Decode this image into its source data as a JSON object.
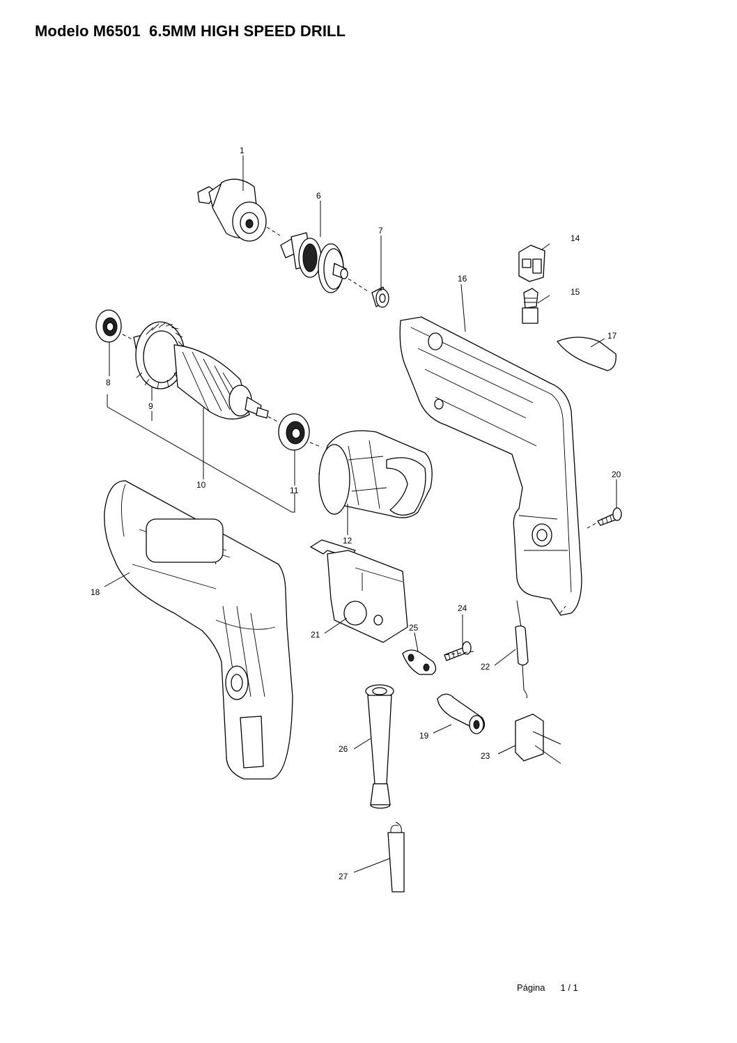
{
  "document": {
    "title_model": "Modelo M6501",
    "title_product": "6.5MM HIGH SPEED DRILL",
    "footer_label": "Página",
    "footer_page": "1 / 1"
  },
  "parts": {
    "p1": "1",
    "p6": "6",
    "p7": "7",
    "p8": "8",
    "p9": "9",
    "p10": "10",
    "p11": "11",
    "p12": "12",
    "p14": "14",
    "p15": "15",
    "p16": "16",
    "p17": "17",
    "p18": "18",
    "p19": "19",
    "p20": "20",
    "p21": "21",
    "p22": "22",
    "p23": "23",
    "p24": "24",
    "p25": "25",
    "p26": "26",
    "p27": "27"
  }
}
